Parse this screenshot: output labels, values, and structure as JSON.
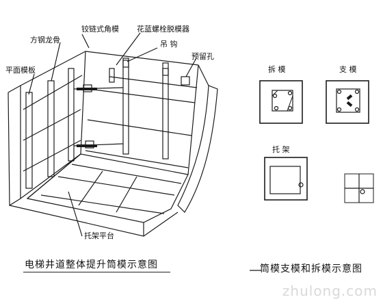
{
  "labels": {
    "corner_mold": "铰链式角模",
    "screw": "花蓝螺栓脱模器",
    "keel": "方钢龙骨",
    "hook": "吊    钩",
    "hole": "预留孔",
    "plane": "平面模板",
    "platform": "托架平台",
    "demold": "拆  模",
    "support": "支  模",
    "bracket": "托  架"
  },
  "captions": {
    "left": "电梯井道整体提升筒模示意图",
    "right": "筒模支模和拆模示意图"
  },
  "watermark": "zhulong.com",
  "colors": {
    "line": "#1a1a1a",
    "highlight": "#ffffff"
  }
}
